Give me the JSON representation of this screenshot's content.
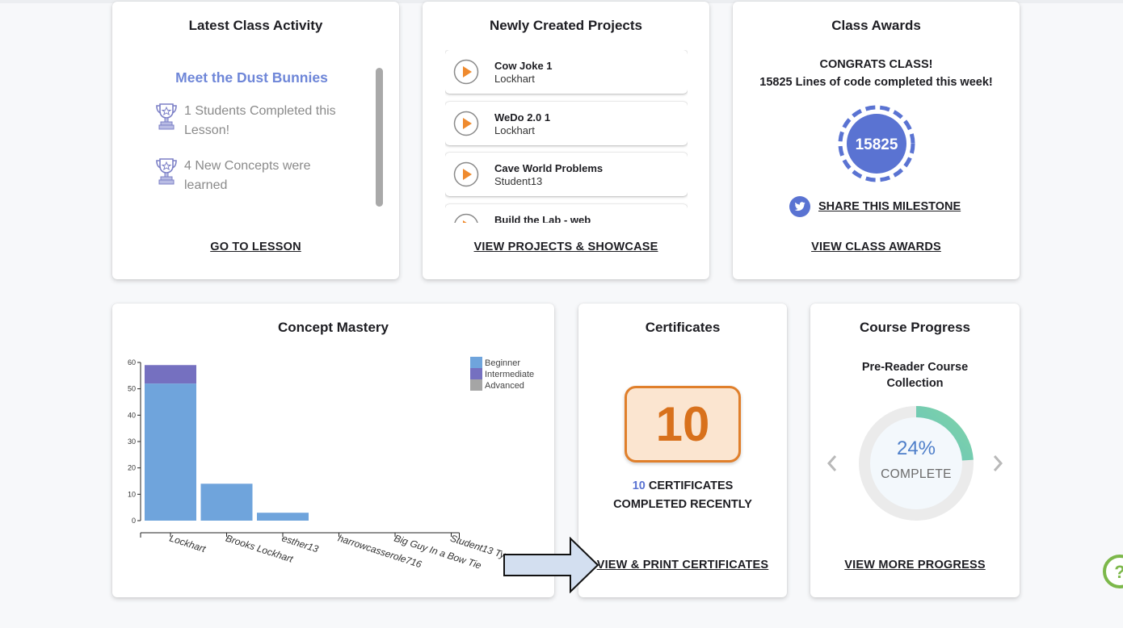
{
  "activity": {
    "title": "Latest Class Activity",
    "lesson_name": "Meet the Dust Bunnies",
    "items": [
      "1 Students Completed this Lesson!",
      "4 New Concepts were learned"
    ],
    "link": "GO TO LESSON",
    "icon": "trophy-icon"
  },
  "projects": {
    "title": "Newly Created Projects",
    "items": [
      {
        "name": "Cow Joke 1",
        "owner": "Lockhart"
      },
      {
        "name": "WeDo 2.0 1",
        "owner": "Lockhart"
      },
      {
        "name": "Cave World Problems",
        "owner": "Student13"
      },
      {
        "name": "Build the Lab - web",
        "owner": ""
      }
    ],
    "link": "VIEW PROJECTS & SHOWCASE",
    "icon": "play-icon"
  },
  "awards": {
    "title": "Class Awards",
    "congrats": "CONGRATS CLASS!",
    "lines_text": "15825 Lines of code completed this week!",
    "badge_value": "15825",
    "share": "SHARE THIS MILESTONE",
    "link": "VIEW CLASS AWARDS",
    "icon": "twitter-icon"
  },
  "mastery": {
    "title": "Concept Mastery"
  },
  "chart_data": {
    "type": "bar",
    "stacked": true,
    "categories": [
      "Lockhart",
      "Brooks Lockhart",
      "esther13",
      "harrowcasserole716",
      "Big Guy In a Bow Tie",
      "Student13 Ty"
    ],
    "series": [
      {
        "name": "Beginner",
        "values": [
          52,
          14,
          3,
          0,
          0,
          0
        ],
        "color": "#6fa4dc"
      },
      {
        "name": "Intermediate",
        "values": [
          7,
          0,
          0,
          0,
          0,
          0
        ],
        "color": "#7570c0"
      },
      {
        "name": "Advanced",
        "values": [
          0,
          0,
          0,
          0,
          0,
          0
        ],
        "color": "#a5a5a5"
      }
    ],
    "yticks": [
      0,
      10,
      20,
      30,
      40,
      50,
      60
    ],
    "ylim": [
      0,
      60
    ],
    "legend": "top-right"
  },
  "certificates": {
    "title": "Certificates",
    "count": "10",
    "count_inline": "10",
    "line1": " CERTIFICATES",
    "line2": "COMPLETED RECENTLY",
    "link": "VIEW & PRINT CERTIFICATES"
  },
  "progress": {
    "title": "Course Progress",
    "course": "Pre-Reader Course Collection",
    "percent_text": "24%",
    "percent": 24,
    "complete_label": "COMPLETE",
    "link": "VIEW MORE PROGRESS"
  }
}
